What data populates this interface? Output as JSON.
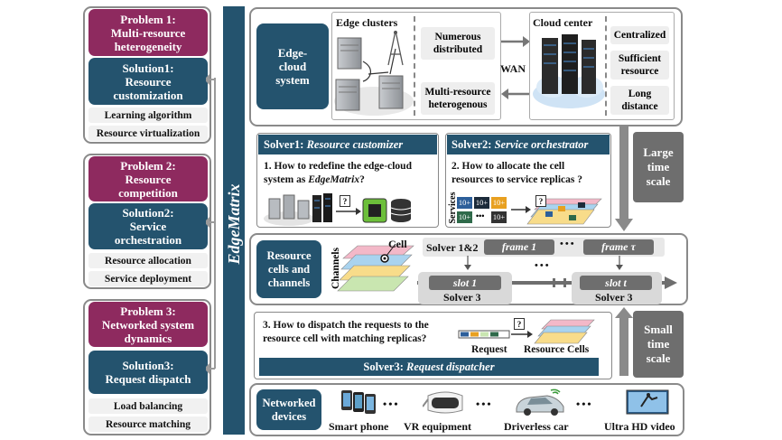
{
  "side_title": "EdgeMatrix",
  "problems": [
    {
      "problem": [
        "Problem 1:",
        "Multi-resource",
        "heterogeneity"
      ],
      "solution": [
        "Solution1:",
        "Resource",
        "customization"
      ],
      "items": [
        "Learning algorithm",
        "Resource virtualization"
      ]
    },
    {
      "problem": [
        "Problem 2:",
        "Resource",
        "competition"
      ],
      "solution": [
        "Solution2:",
        "Service",
        "orchestration"
      ],
      "items": [
        "Resource allocation",
        "Service deployment"
      ]
    },
    {
      "problem": [
        "Problem 3:",
        "Networked system",
        "dynamics"
      ],
      "solution": [
        "Solution3:",
        "Request dispatch"
      ],
      "items": [
        "Load balancing",
        "Resource matching"
      ]
    }
  ],
  "system": {
    "label": [
      "Edge-",
      "cloud",
      "system"
    ],
    "edge_clusters": "Edge clusters",
    "edge_tags": [
      [
        "Numerous",
        "distributed"
      ],
      [
        "Multi-resource",
        "heterogenous"
      ]
    ],
    "wan": "WAN",
    "cloud_center": "Cloud center",
    "cloud_tags": [
      [
        "Centralized"
      ],
      [
        "Sufficient",
        "resource"
      ],
      [
        "Long",
        "distance"
      ]
    ]
  },
  "solver1": {
    "title_prefix": "Solver1: ",
    "title_name": "Resource customizer",
    "q_line1": "1. How to redefine the edge-cloud",
    "q_line2_prefix": "system as ",
    "q_line2_em": "EdgeMatrix",
    "q_line2_suffix": "?",
    "qmark": "?"
  },
  "solver2": {
    "title_prefix": "Solver2: ",
    "title_name": "Service orchestrator",
    "q_line1": "2. How to allocate the cell",
    "q_line2": "resources to service replicas ?",
    "services_label": "Services",
    "replica_tags": [
      "10+",
      "10+",
      "10+",
      "10+",
      "10+"
    ],
    "qmark": "?"
  },
  "scales": {
    "large": [
      "Large",
      "time",
      "scale"
    ],
    "small": [
      "Small",
      "time",
      "scale"
    ]
  },
  "cells": {
    "label": [
      "Resource",
      "cells and",
      "channels"
    ],
    "channels": "Channels",
    "cell": "Cell",
    "solver12": "Solver 1&2",
    "frame1": "frame 1",
    "frameT": "frame τ",
    "slot1": "slot 1",
    "slotT": "slot t",
    "solver3_a": "Solver 3",
    "solver3_b": "Solver 3",
    "dots": "•••"
  },
  "dispatch": {
    "q_line1": "3. How to dispatch the requests to the",
    "q_line2": "resource cell with matching replicas?",
    "request": "Request",
    "resource_cells": "Resource Cells",
    "bar_prefix": "Solver3: ",
    "bar_name": "Request dispatcher",
    "qmark": "?"
  },
  "devices": {
    "label": [
      "Networked",
      "devices"
    ],
    "items": [
      "Smart phone",
      "VR equipment",
      "Driverless car",
      "Ultra HD video"
    ],
    "dots": "•••"
  },
  "colors": {
    "problem": "#8e2a5f",
    "solution": "#24536e",
    "gray": "#6e6e6e"
  }
}
